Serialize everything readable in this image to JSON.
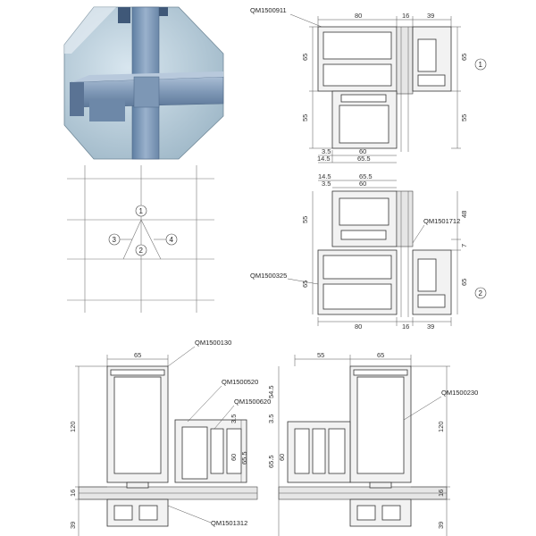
{
  "part_codes": {
    "p911": "QM1500911",
    "p1712": "QM1501712",
    "p325": "QM1500325",
    "p130": "QM1500130",
    "p520": "QM1500520",
    "p620": "QM1500620",
    "p1312": "QM1501312",
    "p230": "QM1500230"
  },
  "dims": {
    "d80": "80",
    "d16": "16",
    "d39": "39",
    "d65": "65",
    "d55": "55",
    "d3_5": "3.5",
    "d14_5": "14.5",
    "d60": "60",
    "d65_5": "65.5",
    "d48": "48",
    "d7": "7",
    "d120": "120",
    "d54_5": "54.5"
  },
  "callouts": [
    "1",
    "2",
    "3",
    "4"
  ]
}
